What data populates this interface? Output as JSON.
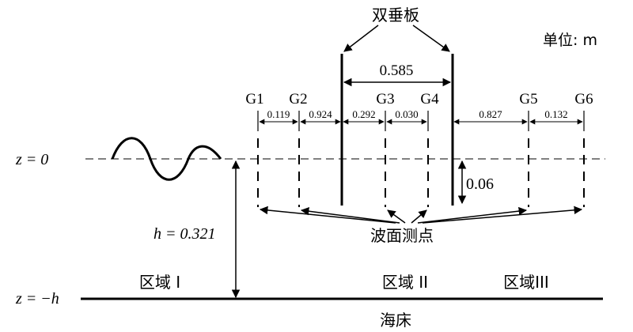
{
  "title_plates": "双垂板",
  "unit_label": "单位: m",
  "plate_spacing": "0.585",
  "plate_draft": "0.06",
  "gauges": [
    "G1",
    "G2",
    "G3",
    "G4",
    "G5",
    "G6"
  ],
  "gaps": [
    "0.119",
    "0.924",
    "0.292",
    "0.030",
    "0.827",
    "0.132"
  ],
  "free_surface_label": "z = 0",
  "seabed_z_label": "z = −h",
  "depth_label": "h = 0.321",
  "wave_points_label": "波面测点",
  "region_1": "区域 I",
  "region_2": "区域 II",
  "region_3": "区域III",
  "seabed_label": "海床"
}
